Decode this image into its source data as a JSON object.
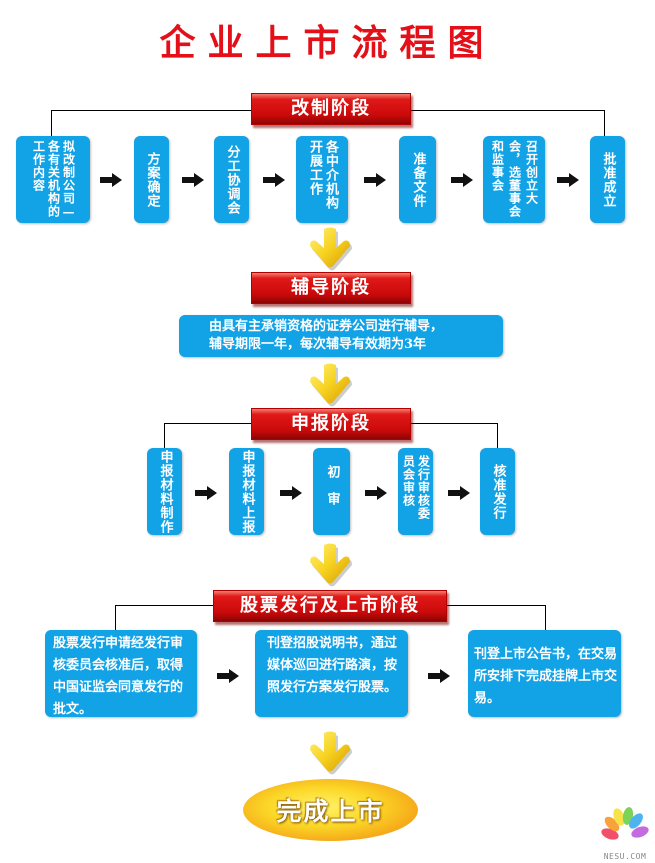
{
  "title": "企业上市流程图",
  "colors": {
    "title": "#e3101a",
    "banner": "#cc0a0a",
    "box": "#12a2e6",
    "arrow_yellow": "#f5cc1e",
    "final": "#f5a418"
  },
  "stages": [
    {
      "name": "改制阶段",
      "steps": [
        "拟改制公司—各有关机构的工作内容",
        "方案确定",
        "分工协调会",
        "各中介机构开展工作",
        "准备文件",
        "召开创立大会，选董事会和监事会",
        "批准成立"
      ]
    },
    {
      "name": "辅导阶段",
      "description_lines": [
        "由具有主承销资格的证券公司进行辅导，",
        "辅导期限一年，每次辅导有效期为3年"
      ]
    },
    {
      "name": "申报阶段",
      "steps": [
        "申报材料制作",
        "申报材料上报",
        "初审",
        "发行审核委员会审核",
        "核准发行"
      ]
    },
    {
      "name": "股票发行及上市阶段",
      "steps": [
        "股票发行申请经发行审核委员会核准后，取得中国证监会同意发行的批文。",
        "刊登招股说明书，通过媒体巡回进行路演，按照发行方案发行股票。",
        "刊登上市公告书，在交易所安排下完成挂牌上市交易。"
      ]
    }
  ],
  "final": "完成上市",
  "icons": {
    "step_arrow": "right-arrow-icon",
    "stage_arrow": "down-arrow-icon"
  },
  "watermark": "NESU.COM"
}
